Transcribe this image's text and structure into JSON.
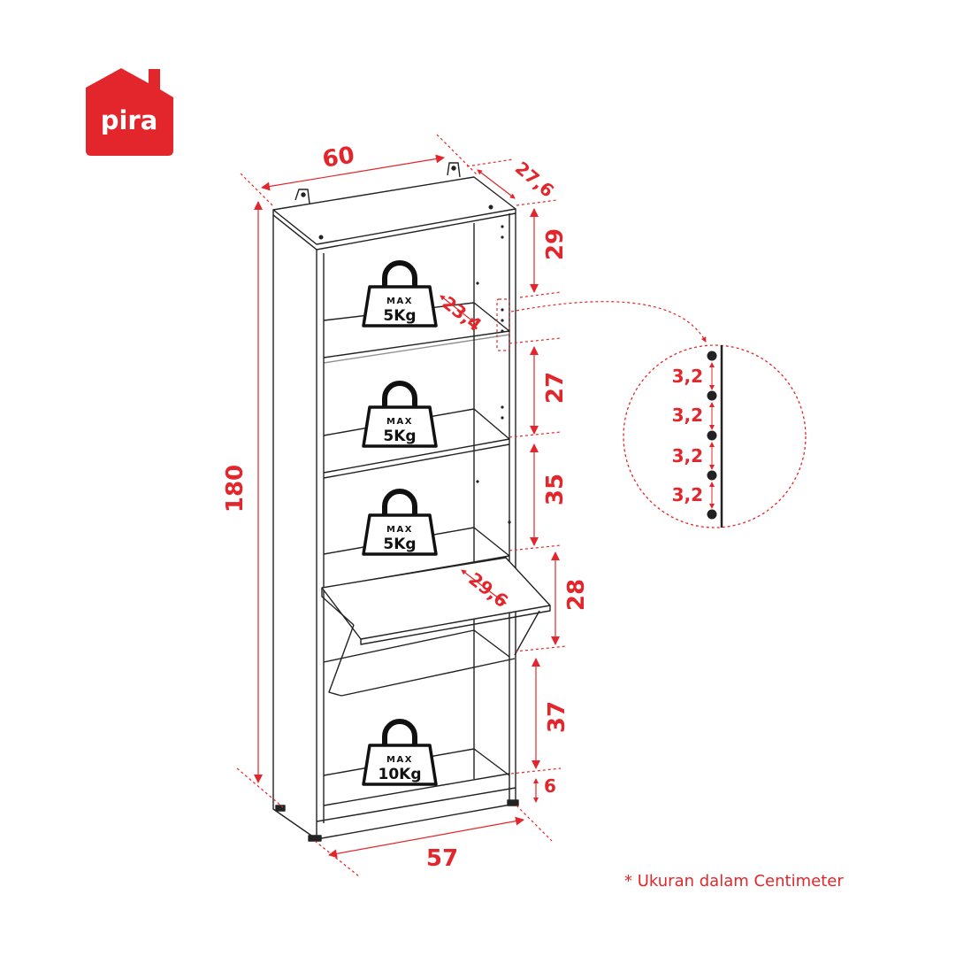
{
  "brand": {
    "name": "pira",
    "color": "#e3262b"
  },
  "note": "* Ukuran dalam Centimeter",
  "dimensions": {
    "width_top": "60",
    "depth_top": "27,6",
    "height_total": "180",
    "width_bottom": "57",
    "compartment_1": "29",
    "compartment_2": "27",
    "compartment_3": "35",
    "compartment_4": "28",
    "compartment_5": "37",
    "plinth": "6",
    "shelf_depth": "23,4",
    "flap_depth": "29,6"
  },
  "detail": {
    "hole_spacing": [
      "3,2",
      "3,2",
      "3,2",
      "3,2"
    ]
  },
  "weights": [
    {
      "top": "MAX",
      "value": "5Kg"
    },
    {
      "top": "MAX",
      "value": "5Kg"
    },
    {
      "top": "MAX",
      "value": "5Kg"
    },
    {
      "top": "MAX",
      "value": "10Kg"
    }
  ],
  "colors": {
    "accent": "#e3262b",
    "line": "#222222",
    "weight_fill": "#ffffff"
  }
}
